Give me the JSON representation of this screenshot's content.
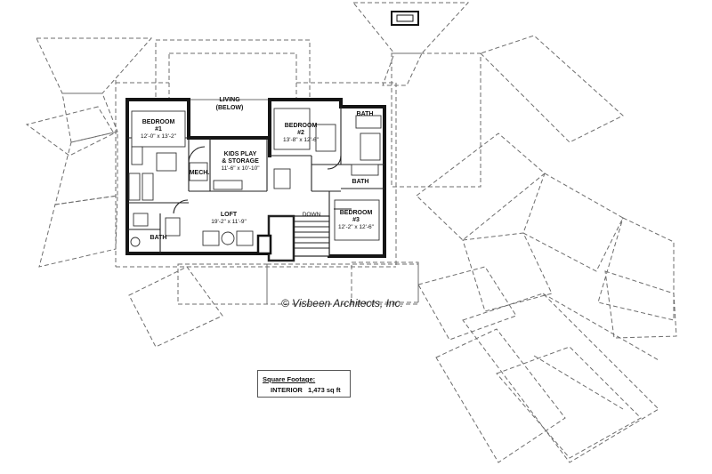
{
  "rooms": {
    "living": {
      "name": "LIVING",
      "sub": "(BELOW)"
    },
    "bedroom1": {
      "name": "BEDROOM",
      "number": "#1",
      "dims": "12'-0\" x 13'-2\""
    },
    "bedroom2": {
      "name": "BEDROOM",
      "number": "#2",
      "dims": "13'-8\" x 12'-6\""
    },
    "bedroom3": {
      "name": "BEDROOM",
      "number": "#3",
      "dims": "12'-2\" x 12'-6\""
    },
    "kids_play": {
      "name_line1": "KIDS PLAY",
      "name_line2": "& STORAGE",
      "dims": "11'-6\" x 10'-10\""
    },
    "mech": {
      "name": "MECH."
    },
    "loft": {
      "name": "LOFT",
      "dims": "19'-2\" x 11'-9\""
    },
    "bath_upper": {
      "name": "BATH"
    },
    "bath_middle": {
      "name": "BATH"
    },
    "bath_left": {
      "name": "BATH"
    },
    "stair": {
      "label": "DOWN"
    }
  },
  "copyright": "© Visbeen Architects, Inc.",
  "square_footage": {
    "title": "Square Footage:",
    "label": "INTERIOR",
    "value": "1,473 sq ft"
  }
}
